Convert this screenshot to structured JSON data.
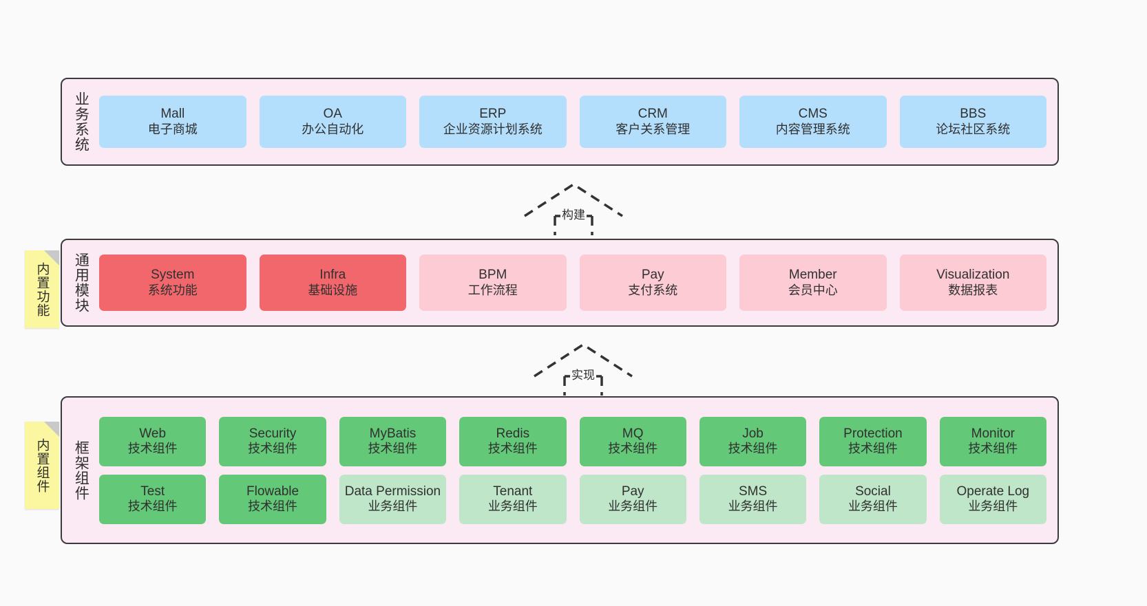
{
  "diagram": {
    "background": "#fafafa",
    "panel_fill": "#fbeaf4",
    "panel_border": "#3b3b3b",
    "sticky_fill": "#fbf6a0"
  },
  "layers": [
    {
      "key": "business",
      "title": "业务系统",
      "cards": [
        {
          "en": "Mall",
          "cn": "电子商城"
        },
        {
          "en": "OA",
          "cn": "办公自动化"
        },
        {
          "en": "ERP",
          "cn": "企业资源计划系统"
        },
        {
          "en": "CRM",
          "cn": "客户关系管理"
        },
        {
          "en": "CMS",
          "cn": "内容管理系统"
        },
        {
          "en": "BBS",
          "cn": "论坛社区系统"
        }
      ]
    },
    {
      "key": "common",
      "title": "通用模块",
      "sticky": "内置功能",
      "cards": [
        {
          "en": "System",
          "cn": "系统功能",
          "variant": "core"
        },
        {
          "en": "Infra",
          "cn": "基础设施",
          "variant": "core"
        },
        {
          "en": "BPM",
          "cn": "工作流程",
          "variant": "core-lt"
        },
        {
          "en": "Pay",
          "cn": "支付系统",
          "variant": "core-lt"
        },
        {
          "en": "Member",
          "cn": "会员中心",
          "variant": "core-lt"
        },
        {
          "en": "Visualization",
          "cn": "数据报表",
          "variant": "core-lt"
        }
      ]
    },
    {
      "key": "framework",
      "title": "框架组件",
      "sticky": "内置组件",
      "rows": [
        [
          {
            "en": "Web",
            "cn": "技术组件",
            "variant": "tech"
          },
          {
            "en": "Security",
            "cn": "技术组件",
            "variant": "tech"
          },
          {
            "en": "MyBatis",
            "cn": "技术组件",
            "variant": "tech"
          },
          {
            "en": "Redis",
            "cn": "技术组件",
            "variant": "tech"
          },
          {
            "en": "MQ",
            "cn": "技术组件",
            "variant": "tech"
          },
          {
            "en": "Job",
            "cn": "技术组件",
            "variant": "tech"
          },
          {
            "en": "Protection",
            "cn": "技术组件",
            "variant": "tech"
          },
          {
            "en": "Monitor",
            "cn": "技术组件",
            "variant": "tech"
          }
        ],
        [
          {
            "en": "Test",
            "cn": "技术组件",
            "variant": "tech"
          },
          {
            "en": "Flowable",
            "cn": "技术组件",
            "variant": "tech"
          },
          {
            "en": "Data Permission",
            "cn": "业务组件",
            "variant": "bizcomp"
          },
          {
            "en": "Tenant",
            "cn": "业务组件",
            "variant": "bizcomp"
          },
          {
            "en": "Pay",
            "cn": "业务组件",
            "variant": "bizcomp"
          },
          {
            "en": "SMS",
            "cn": "业务组件",
            "variant": "bizcomp"
          },
          {
            "en": "Social",
            "cn": "业务组件",
            "variant": "bizcomp"
          },
          {
            "en": "Operate Log",
            "cn": "业务组件",
            "variant": "bizcomp"
          }
        ]
      ]
    }
  ],
  "connectors": [
    {
      "key": "build",
      "label": "构建"
    },
    {
      "key": "implement",
      "label": "实现"
    }
  ],
  "card_colors": {
    "business": "#b3dffc",
    "core": "#f2676c",
    "core_light": "#fccbd4",
    "tech": "#63c878",
    "business_component": "#bfe6c8"
  }
}
